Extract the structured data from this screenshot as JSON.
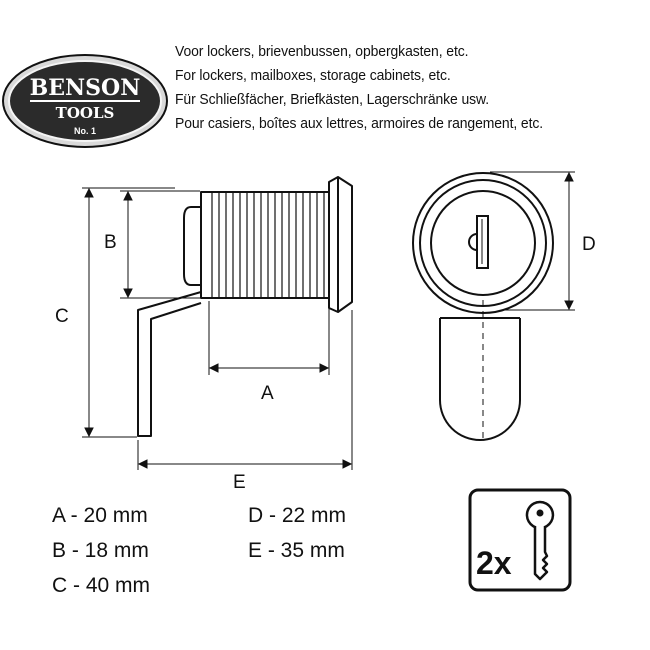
{
  "brand": {
    "name": "BENSON",
    "sub": "TOOLS",
    "number": "No. 1"
  },
  "description": {
    "lines": [
      "Voor lockers, brievenbussen, opbergkasten, etc.",
      "For lockers, mailboxes, storage cabinets, etc.",
      "Für Schließfächer, Briefkästen, Lagerschränke usw.",
      "Pour casiers, boîtes aux lettres, armoires de rangement, etc."
    ]
  },
  "dimension_letters": {
    "a": "A",
    "b": "B",
    "c": "C",
    "d": "D",
    "e": "E"
  },
  "specs": {
    "a": "A - 20 mm",
    "b": "B - 18 mm",
    "c": "C - 40 mm",
    "d": "D - 22 mm",
    "e": "E - 35 mm"
  },
  "keys": {
    "count": "2x",
    "icon": "key-icon"
  },
  "colors": {
    "ink": "#111111",
    "logo_fill": "#2b2b2b",
    "logo_rim": "#c8c8c8"
  }
}
